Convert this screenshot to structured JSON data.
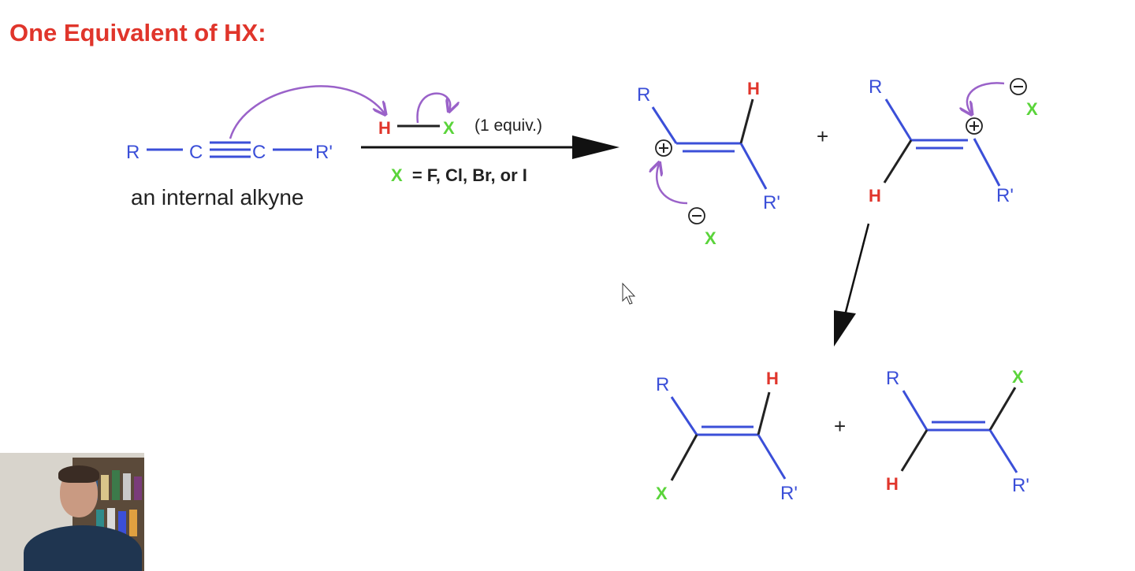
{
  "slide": {
    "title": "One Equivalent of HX:"
  },
  "reactant": {
    "r_left": "R",
    "c1": "C",
    "c2": "C",
    "r_right": "R'",
    "caption": "an internal alkyne"
  },
  "reagent": {
    "h": "H",
    "x": "X",
    "equiv": "(1 equiv.)",
    "x_def_x": "X",
    "x_def_rest": "= F, Cl, Br, or I"
  },
  "carbocation_1": {
    "r": "R",
    "h": "H",
    "r_prime": "R'",
    "x": "X"
  },
  "plus_top": "+",
  "carbocation_2": {
    "r": "R",
    "h": "H",
    "r_prime": "R'",
    "x": "X"
  },
  "product_1": {
    "r": "R",
    "h": "H",
    "x": "X",
    "r_prime": "R'"
  },
  "plus_bottom": "+",
  "product_2": {
    "r": "R",
    "x": "X",
    "h": "H",
    "r_prime": "R'"
  },
  "colors": {
    "title_red": "#e0352b",
    "carbon_blue": "#3b4fd8",
    "hydrogen_red": "#e0352b",
    "halogen_green": "#5ad43a",
    "curved_arrow_purple": "#9a62c9"
  }
}
